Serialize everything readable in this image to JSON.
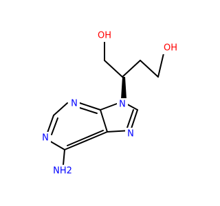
{
  "colors": {
    "bond": "#000000",
    "oxygen": "#ff0000",
    "nitrogen": "#0000ff",
    "background": "#ffffff"
  },
  "atoms": {
    "oh_top": "OH",
    "oh_right": "OH",
    "n1": "N",
    "n3": "N",
    "n7": "N",
    "n9": "N",
    "nh2": "NH2"
  }
}
